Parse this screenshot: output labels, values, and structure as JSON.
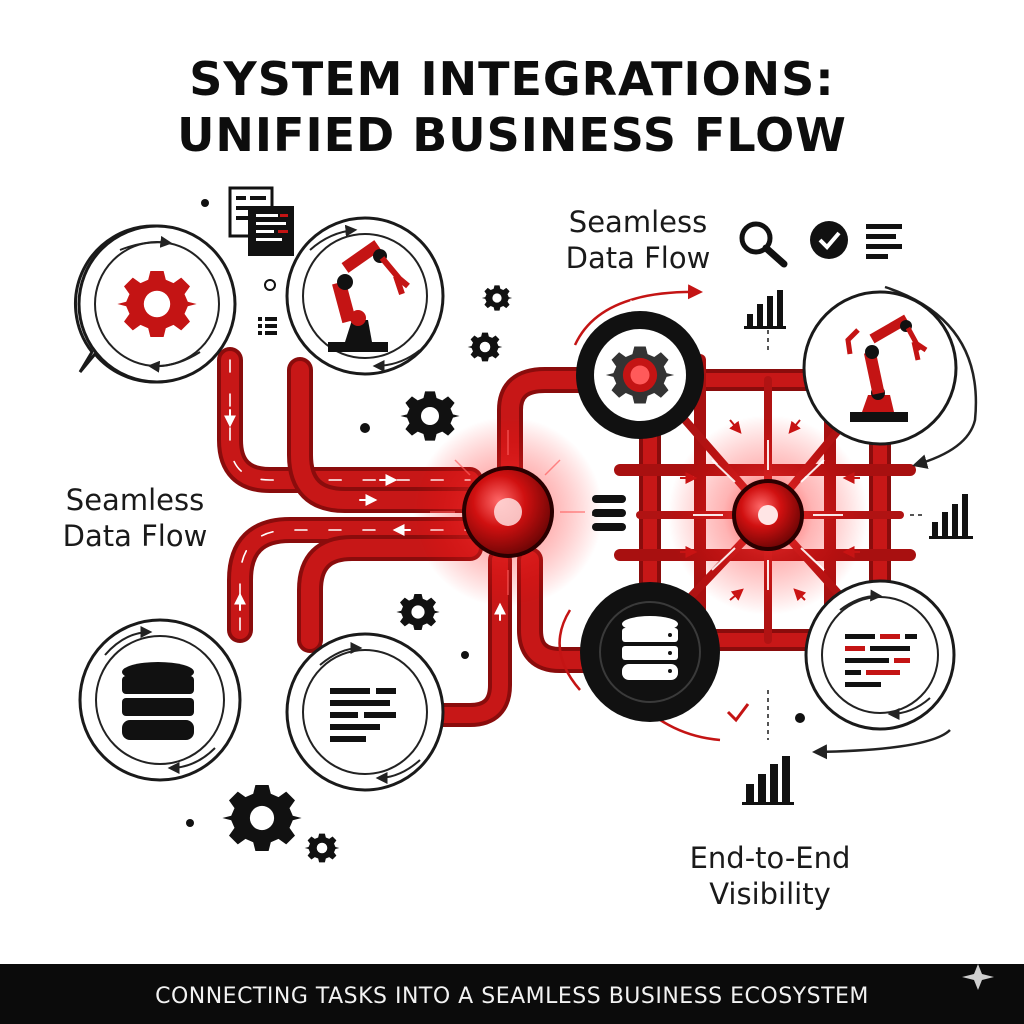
{
  "title": {
    "line1": "SYSTEM INTEGRATIONS:",
    "line2": "UNIFIED BUSINESS FLOW"
  },
  "labels": {
    "left": [
      "Seamless",
      "Data Flow"
    ],
    "top_right": [
      "Seamless",
      "Data Flow"
    ],
    "bottom_right": [
      "End-to-End",
      "Visibility"
    ]
  },
  "footer": {
    "text": "CONNECTING TASKS INTO A SEAMLESS BUSINESS ECOSYSTEM"
  },
  "nodes": [
    {
      "id": "gear-node",
      "icon": "gear-icon"
    },
    {
      "id": "robot-arm-node",
      "icon": "robot-arm-icon"
    },
    {
      "id": "database-node",
      "icon": "database-icon"
    },
    {
      "id": "document-node",
      "icon": "document-lines-icon"
    },
    {
      "id": "central-hub",
      "icon": "glowing-hub"
    },
    {
      "id": "right-gear-node",
      "icon": "gear-icon"
    },
    {
      "id": "right-robot-node",
      "icon": "robot-arm-icon"
    },
    {
      "id": "right-database-node",
      "icon": "database-icon"
    },
    {
      "id": "right-code-node",
      "icon": "code-lines-icon"
    },
    {
      "id": "right-hub",
      "icon": "glowing-hub"
    }
  ],
  "colors": {
    "pipe": "#b51212",
    "pipe_dark": "#7a0a0a",
    "accent": "#e01b1b",
    "ink": "#111111",
    "footer_bg": "#0b0b0b"
  }
}
